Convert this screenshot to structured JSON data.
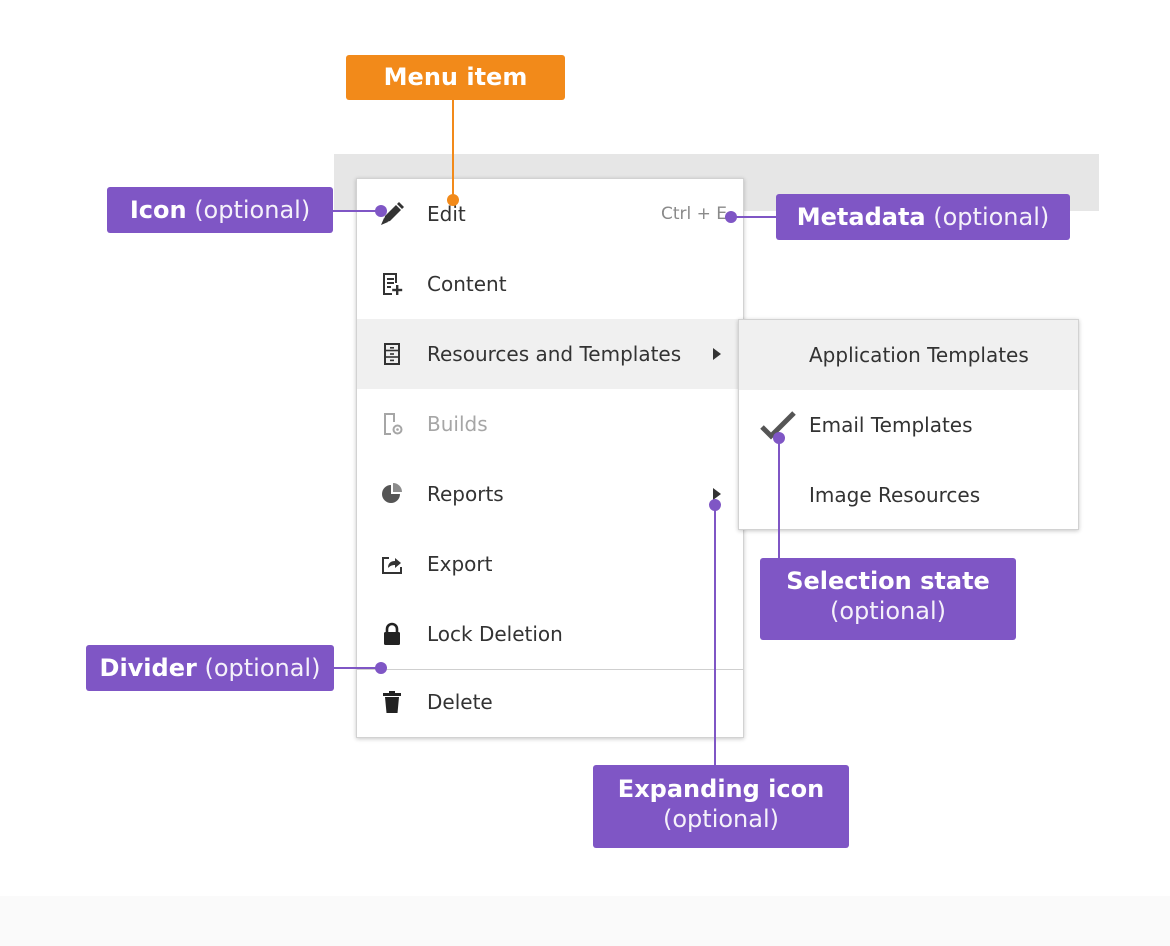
{
  "main_menu": {
    "items": [
      {
        "label": "Edit",
        "icon": "pencil-icon",
        "meta": "Ctrl + E"
      },
      {
        "label": "Content",
        "icon": "document-add-icon"
      },
      {
        "label": "Resources and Templates",
        "icon": "cabinet-icon",
        "highlighted": true,
        "has_submenu": true
      },
      {
        "label": "Builds",
        "icon": "mobile-gear-icon",
        "disabled": true
      },
      {
        "label": "Reports",
        "icon": "pie-chart-icon",
        "has_submenu": true
      },
      {
        "label": "Export",
        "icon": "export-icon"
      },
      {
        "label": "Lock Deletion",
        "icon": "lock-icon"
      },
      {
        "label": "Delete",
        "icon": "trash-icon"
      }
    ]
  },
  "sub_menu": {
    "items": [
      {
        "label": "Application Templates",
        "highlighted": true
      },
      {
        "label": "Email Templates",
        "checked": true
      },
      {
        "label": "Image Resources"
      }
    ]
  },
  "callouts": {
    "menu_item": {
      "title": "Menu item"
    },
    "icon": {
      "title": "Icon",
      "note": "(optional)"
    },
    "metadata": {
      "title": "Metadata",
      "note": "(optional)"
    },
    "selection_state": {
      "title": "Selection state",
      "note": "(optional)"
    },
    "divider": {
      "title": "Divider",
      "note": "(optional)"
    },
    "expanding_icon": {
      "title": "Expanding icon",
      "note": "(optional)"
    }
  },
  "colors": {
    "callout_purple": "#7f56c5",
    "callout_orange": "#f28a1a",
    "highlight_bg": "#f0f0f0",
    "disabled_text": "#a6a6a6",
    "icon_dark": "#333333"
  }
}
